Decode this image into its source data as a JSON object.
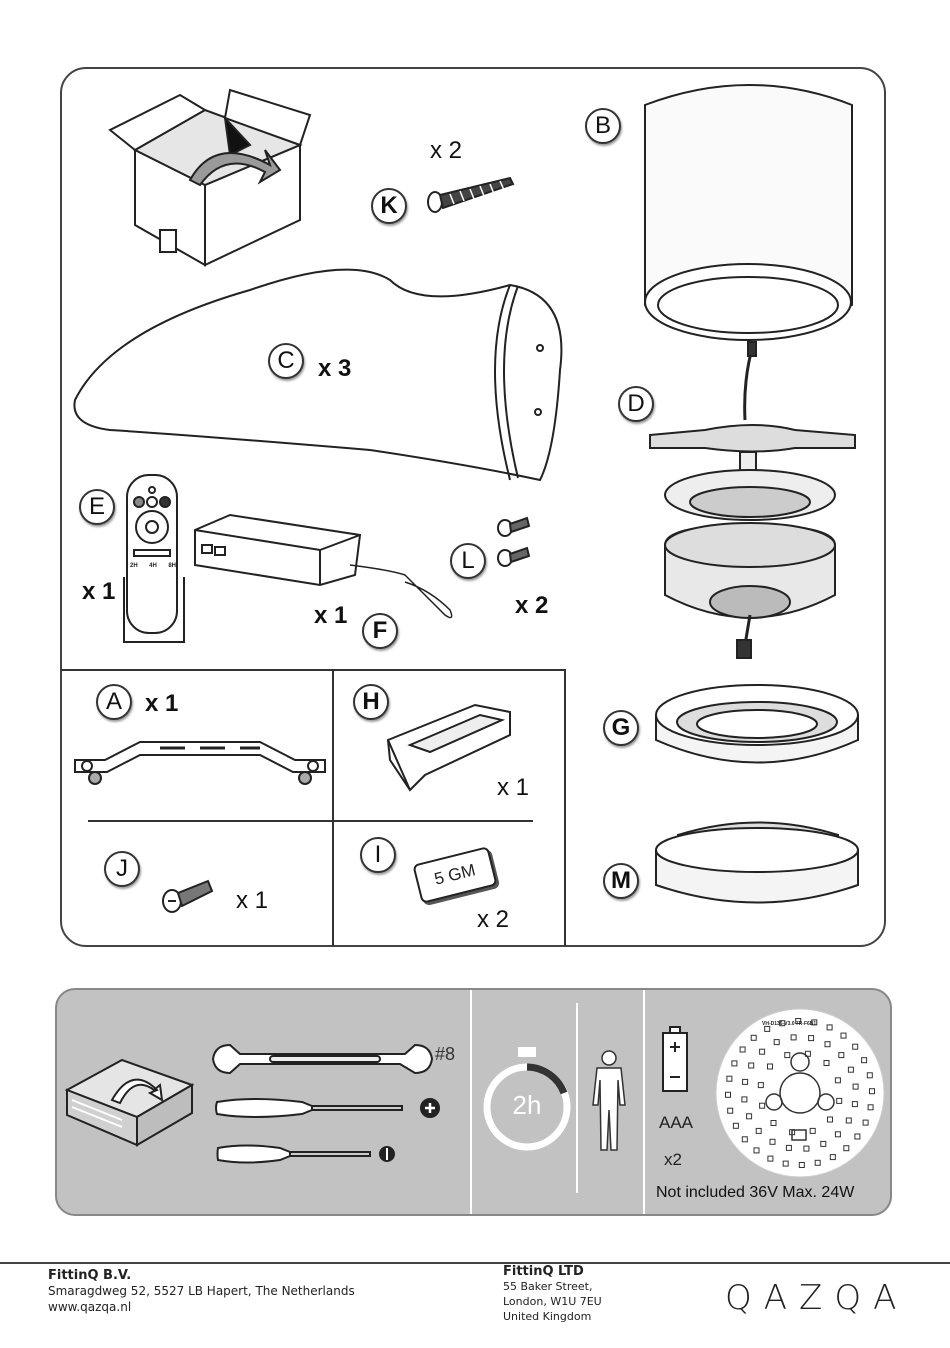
{
  "parts": {
    "K": {
      "letter": "K",
      "qty": "x 2"
    },
    "B": {
      "letter": "B"
    },
    "C": {
      "letter": "C",
      "qty": "x 3"
    },
    "D": {
      "letter": "D"
    },
    "E": {
      "letter": "E",
      "qty": "x 1"
    },
    "F": {
      "letter": "F",
      "qty": "x 1"
    },
    "L": {
      "letter": "L",
      "qty": "x 2"
    },
    "A": {
      "letter": "A",
      "qty": "x 1"
    },
    "H": {
      "letter": "H",
      "qty": "x 1"
    },
    "G": {
      "letter": "G"
    },
    "J": {
      "letter": "J",
      "qty": "x 1"
    },
    "I": {
      "letter": "I",
      "qty": "x 2",
      "weight_label": "5 GM"
    },
    "M": {
      "letter": "M"
    }
  },
  "remote": {
    "buttons": [
      "2H",
      "4H",
      "8H"
    ]
  },
  "tools": {
    "wrench_size": "#8",
    "time": "2h",
    "battery_type": "AAA",
    "battery_qty": "x2",
    "led_note": "Not included 36V Max. 24W",
    "led_board_text": "VH-D136-V3.0 7R-F6B1"
  },
  "footer": {
    "company1": {
      "name": "FittinQ B.V.",
      "line1": "Smaragdweg 52, 5527 LB Hapert, The Netherlands",
      "line2": "www.qazqa.nl"
    },
    "company2": {
      "name": "FittinQ LTD",
      "line1": "55 Baker Street,",
      "line2": "London, W1U 7EU",
      "line3": "United Kingdom"
    },
    "brand": "QAZQA"
  },
  "colors": {
    "outline": "#333333",
    "toolbar_bg": "#c2c2c2",
    "timer_accent": "#333333"
  }
}
